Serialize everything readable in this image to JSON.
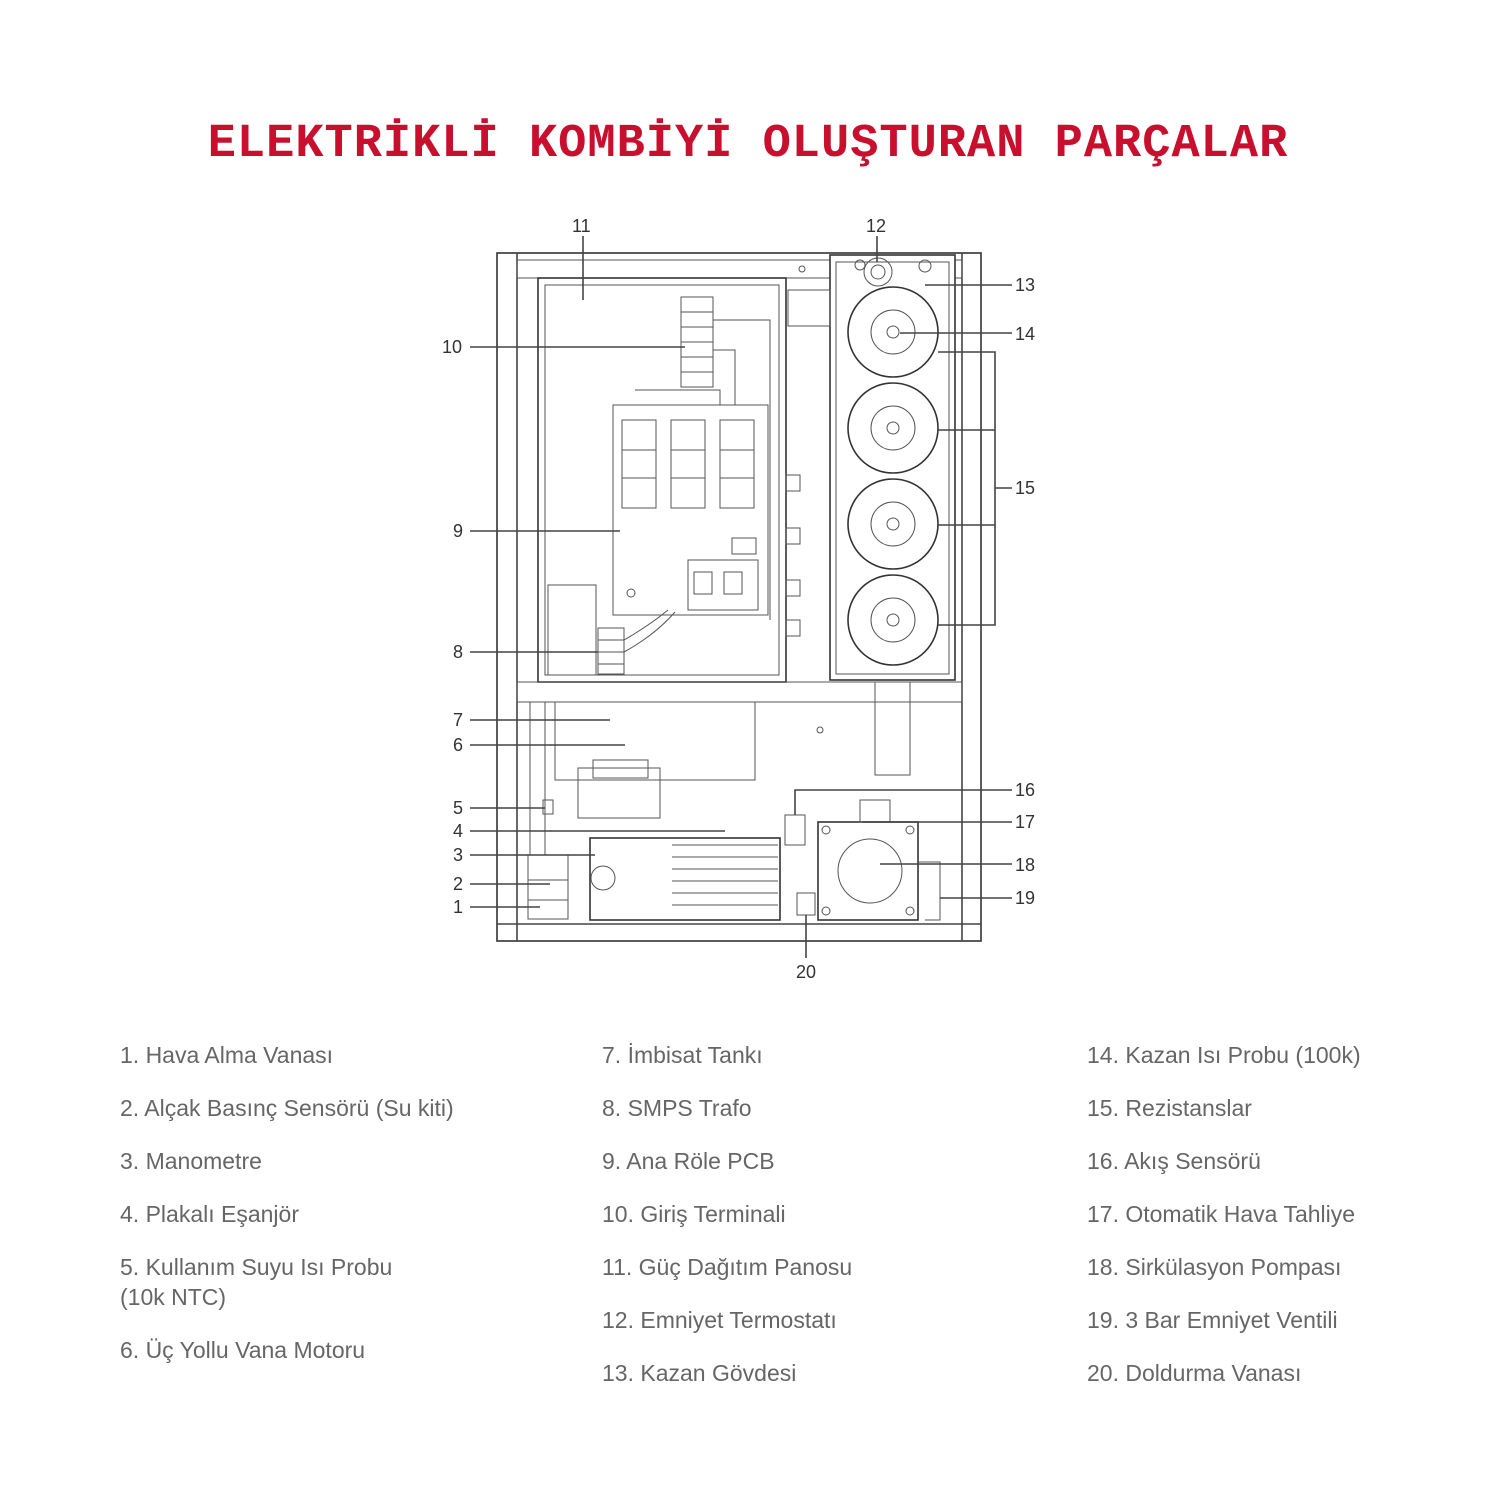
{
  "title": "ELEKTRİKLİ KOMBİYİ OLUŞTURAN PARÇALAR",
  "callouts": [
    "1",
    "2",
    "3",
    "4",
    "5",
    "6",
    "7",
    "8",
    "9",
    "10",
    "11",
    "12",
    "13",
    "14",
    "15",
    "16",
    "17",
    "18",
    "19",
    "20"
  ],
  "legend": {
    "col1": [
      "1. Hava Alma Vanası",
      "2. Alçak Basınç Sensörü (Su kiti)",
      "3. Manometre",
      "4. Plakalı Eşanjör",
      "5. Kullanım Suyu Isı Probu (10k NTC)",
      "6. Üç Yollu Vana Motoru"
    ],
    "col2": [
      "7. İmbisat Tankı",
      "8. SMPS Trafo",
      "9. Ana Röle PCB",
      "10. Giriş Terminali",
      "11. Güç Dağıtım Panosu",
      "12. Emniyet Termostatı",
      "13. Kazan Gövdesi"
    ],
    "col3": [
      "14. Kazan Isı Probu (100k)",
      "15. Rezistanslar",
      "16. Akış Sensörü",
      "17. Otomatik Hava Tahliye",
      "18. Sirkülasyon Pompası",
      "19. 3 Bar Emniyet Ventili",
      "20. Doldurma Vanası"
    ]
  },
  "colors": {
    "title": "#c8102e",
    "legend_text": "#666666",
    "line_art": "#444444"
  }
}
